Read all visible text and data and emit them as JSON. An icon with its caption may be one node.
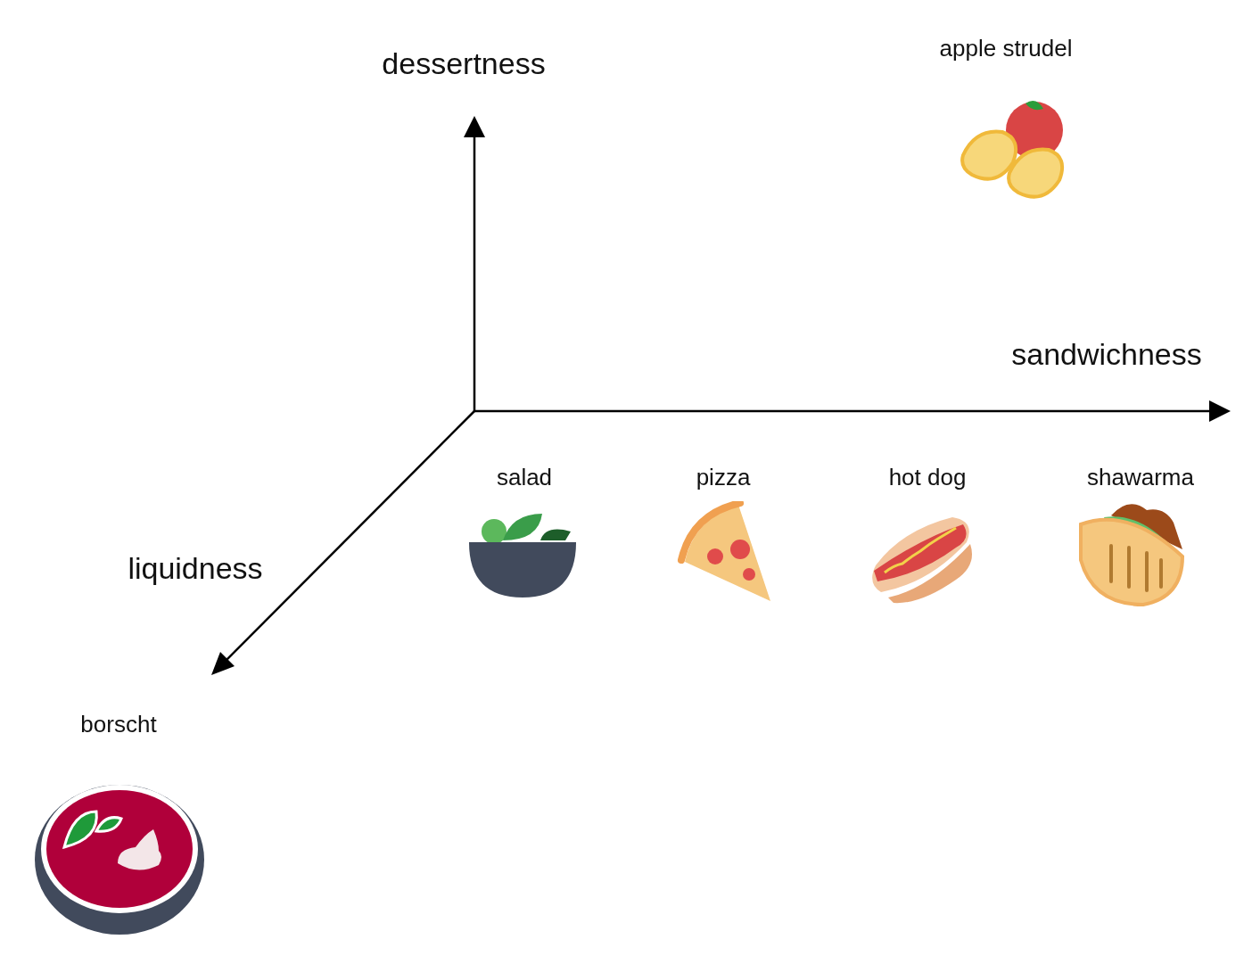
{
  "diagram": {
    "labels": [
      "dessertness",
      "apple strudel",
      "sandwichness",
      "salad",
      "pizza",
      "hot dog",
      "shawarma",
      "liquidness",
      "borscht"
    ]
  }
}
